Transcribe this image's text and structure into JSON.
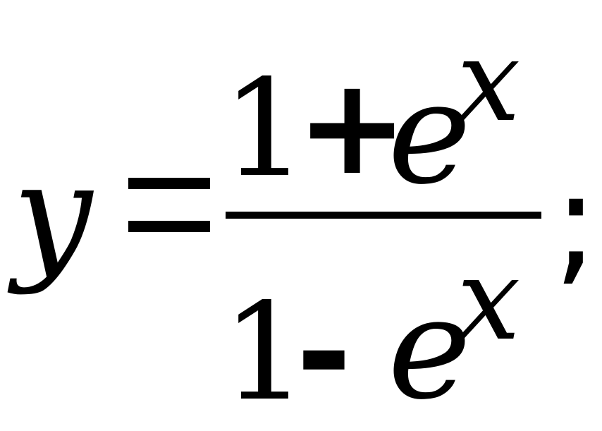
{
  "equation": {
    "lhs": "y",
    "equals": "=",
    "numerator": {
      "constant": "1",
      "operator": "+",
      "base": "e",
      "exponent": "x"
    },
    "denominator": {
      "constant": "1",
      "operator": "-",
      "base": "e",
      "exponent": "x"
    },
    "terminator": ";"
  }
}
